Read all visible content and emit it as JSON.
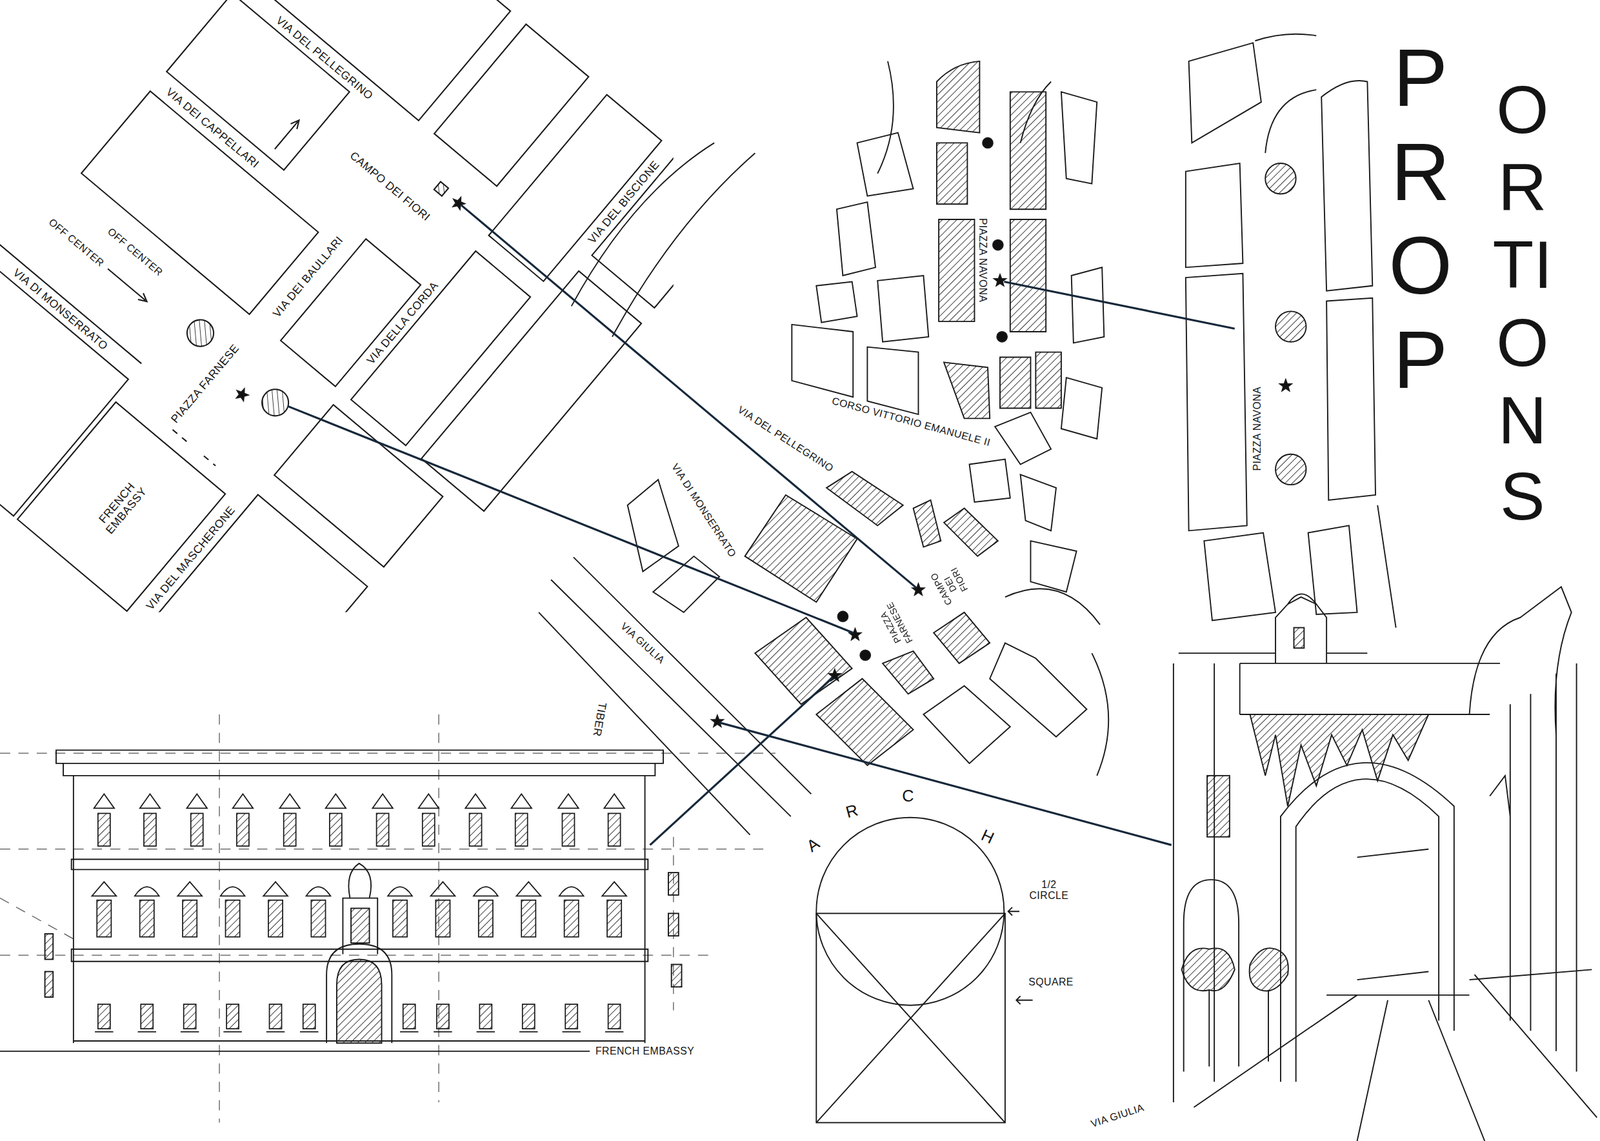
{
  "diagram": {
    "labels": [
      "VIA DEL PELLEGRINO",
      "VIA DEI CAPPELLARI",
      "CAMPO DEI FIORI",
      "VIA DEI BAULLARI",
      "VIA DELLA CORDA",
      "VIA DEL BISCIONE",
      "VIA DI MONSERRATO",
      "OFF CENTER",
      "OFF CENTER",
      "PIAZZA FARNESE",
      "FRENCH EMBASSY",
      "VIA DEL MASCHERONE",
      "PIAZZA NAVONA",
      "CORSO VITTORIO EMANUELE II",
      "VIA DEL PELLEGRINO",
      "VIA DI MONSERRATO",
      "VIA GIULIA",
      "TIBER",
      "PIAZZA FARNESE",
      "CAMPO DEI FIORI",
      "PIAZZA NAVONA",
      "PROP",
      "ORTIONS",
      "FRENCH EMBASSY",
      "A",
      "R",
      "C",
      "H",
      "1/2 CIRCLE",
      "SQUARE",
      "VIA GIULIA"
    ]
  }
}
